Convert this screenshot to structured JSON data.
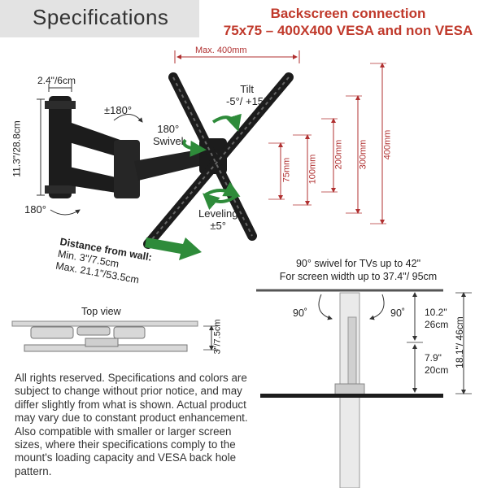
{
  "header": {
    "title": "Specifications",
    "backscreen_line1": "Backscreen connection",
    "backscreen_line2": "75x75 – 400X400 VESA and non VESA"
  },
  "main_diagram": {
    "width_label": "Max. 400mm",
    "arm_width": "2.4\"/6cm",
    "arm_height": "11.3\"/28.8cm",
    "rotation_top": "±180°",
    "rotation_bottom": "180°",
    "swivel_line1": "180°",
    "swivel_line2": "Swivel",
    "tilt_line1": "Tilt",
    "tilt_line2": "-5°/ +15°",
    "leveling_line1": "Leveling",
    "leveling_line2": "±5°",
    "vesa_heights": [
      "75mm",
      "100mm",
      "200mm",
      "300mm",
      "400mm"
    ],
    "distance_title": "Distance from wall:",
    "distance_min": "Min. 3\"/7.5cm",
    "distance_max": "Max. 21.1\"/53.5cm"
  },
  "top_view": {
    "title": "Top view",
    "depth_label": "3\"/7.5cm"
  },
  "swivel_diagram": {
    "line1": "90° swivel for TVs up to 42\"",
    "line2": "For screen width up to 37.4\"/ 95cm",
    "angle_left": "90˚",
    "angle_right": "90˚",
    "upper_in": "10.2\"",
    "upper_cm": "26cm",
    "lower_in": "7.9\"",
    "lower_cm": "20cm",
    "total": "18.1\"/ 46cm"
  },
  "disclaimer": "All rights reserved. Specifications and colors are subject to change without prior notice, and may differ slightly from what is shown. Actual product may vary due to constant product enhancement. Also compatible with smaller or larger screen sizes, where their specifications comply to the mount's loading capacity and VESA back hole pattern.",
  "colors": {
    "accent_red": "#c0392b",
    "arrow_green": "#2e8b3a",
    "mount_black": "#1c1c1c"
  }
}
